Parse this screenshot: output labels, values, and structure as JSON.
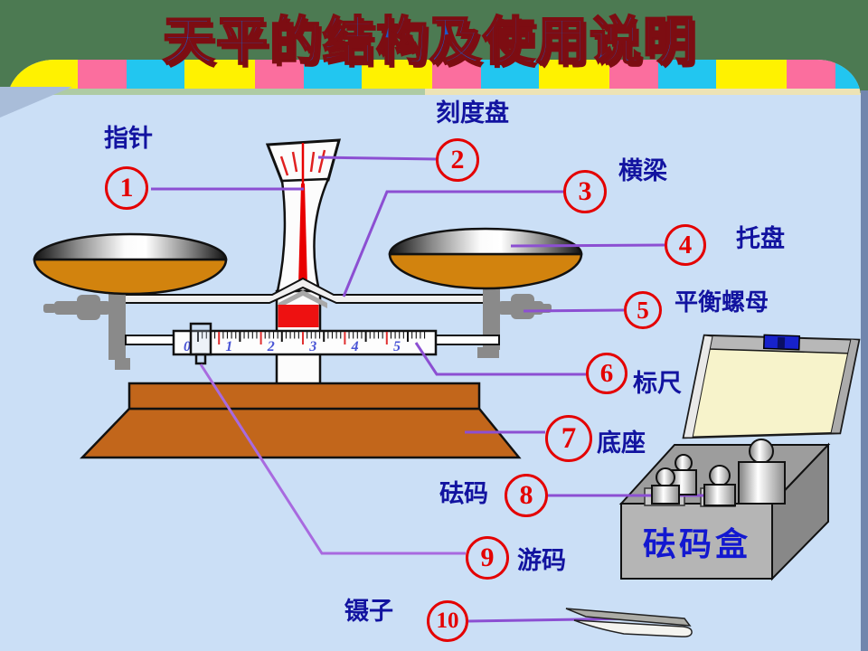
{
  "title": "天平的结构及使用说明",
  "parts": [
    {
      "num": "1",
      "label": "指针"
    },
    {
      "num": "2",
      "label": "刻度盘"
    },
    {
      "num": "3",
      "label": "横梁"
    },
    {
      "num": "4",
      "label": "托盘"
    },
    {
      "num": "5",
      "label": "平衡螺母"
    },
    {
      "num": "6",
      "label": "标尺"
    },
    {
      "num": "7",
      "label": "底座"
    },
    {
      "num": "8",
      "label": "砝码"
    },
    {
      "num": "9",
      "label": "游码"
    },
    {
      "num": "10",
      "label": "镊子"
    }
  ],
  "ruler": {
    "marks": [
      "0",
      "1",
      "2",
      "3",
      "4",
      "5"
    ]
  },
  "weight_box": {
    "label": "砝码盒"
  },
  "colors": {
    "header_green": "#4C7A52",
    "slide_blue": "#CBDFF6",
    "band_yellow": "#FFF200",
    "band_pink": "#FB6E9E",
    "band_cyan": "#22C6F0",
    "title_blue": "#1C59C9",
    "title_outline_red": "#7D0D12",
    "label_blue": "#1213A0",
    "circle_red": "#E40000",
    "leader_purple": "#8C4FD2",
    "pointer_red": "#EE1111",
    "pan_orange": "#D2830E",
    "base_brown": "#C2661B",
    "hardware_gray": "#8A8A8A"
  }
}
